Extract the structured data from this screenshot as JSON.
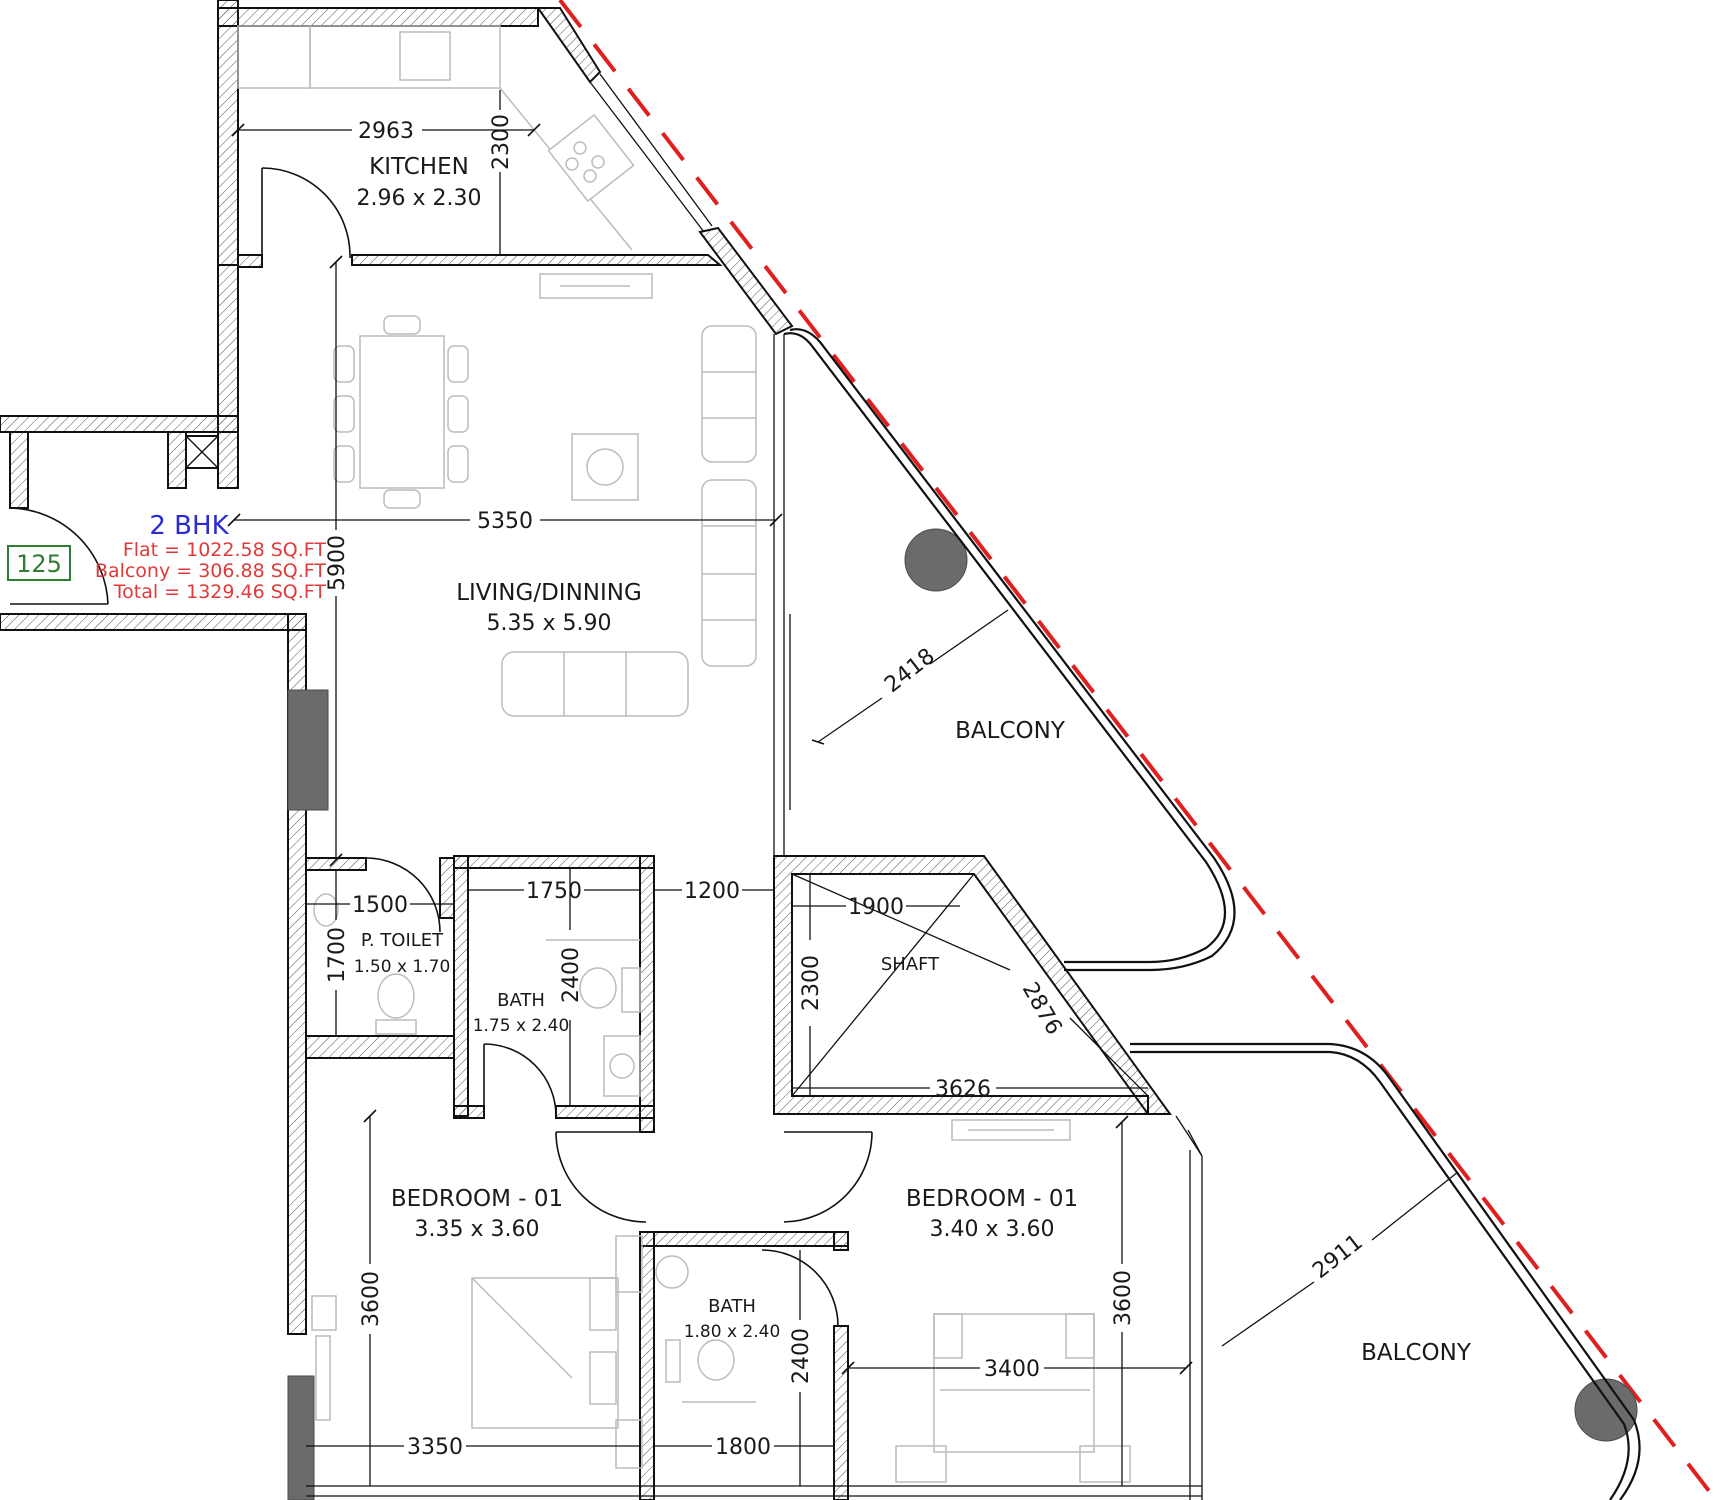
{
  "unit": {
    "type_label": "2 BHK",
    "flat_area": "Flat = 1022.58 SQ.FT",
    "balcony_area": "Balcony = 306.88 SQ.FT",
    "total_area": "Total = 1329.46 SQ.FT",
    "unit_number": "125"
  },
  "rooms": {
    "kitchen": {
      "name": "KITCHEN",
      "size": "2.96 x 2.30"
    },
    "living": {
      "name": "LIVING/DINNING",
      "size": "5.35 x 5.90"
    },
    "balcony_1": {
      "name": "BALCONY"
    },
    "balcony_2": {
      "name": "BALCONY"
    },
    "p_toilet": {
      "name": "P. TOILET",
      "size": "1.50 x 1.70"
    },
    "bath_1": {
      "name": "BATH",
      "size": "1.75 x 2.40"
    },
    "shaft": {
      "name": "SHAFT"
    },
    "bedroom_1": {
      "name": "BEDROOM - 01",
      "size": "3.35 x 3.60"
    },
    "bedroom_2": {
      "name": "BEDROOM - 01",
      "size": "3.40 x 3.60"
    },
    "bath_2": {
      "name": "BATH",
      "size": "1.80 x 2.40"
    }
  },
  "dimensions": {
    "kitchen_width": "2963",
    "kitchen_depth": "2300",
    "living_width": "5350",
    "living_depth": "5900",
    "balcony_1_depth": "2418",
    "toilet_width": "1500",
    "toilet_depth": "1700",
    "bath_1_width": "1750",
    "bath_1_depth": "2400",
    "corridor_width": "1200",
    "shaft_width": "1900",
    "shaft_depth": "2300",
    "shaft_diagonal": "2876",
    "shaft_base": "3626",
    "bedroom_1_depth": "3600",
    "bedroom_1_width": "3350",
    "bath_2_width": "1800",
    "bath_2_depth": "2400",
    "bedroom_2_width": "3400",
    "bedroom_2_depth": "3600",
    "balcony_2_depth": "2911"
  },
  "colors": {
    "title": "#2a2ad6",
    "area_text": "#e03a3a",
    "unit_box": "#2f7d2f",
    "boundary": "#e02020",
    "column": "#6b6b6b"
  }
}
